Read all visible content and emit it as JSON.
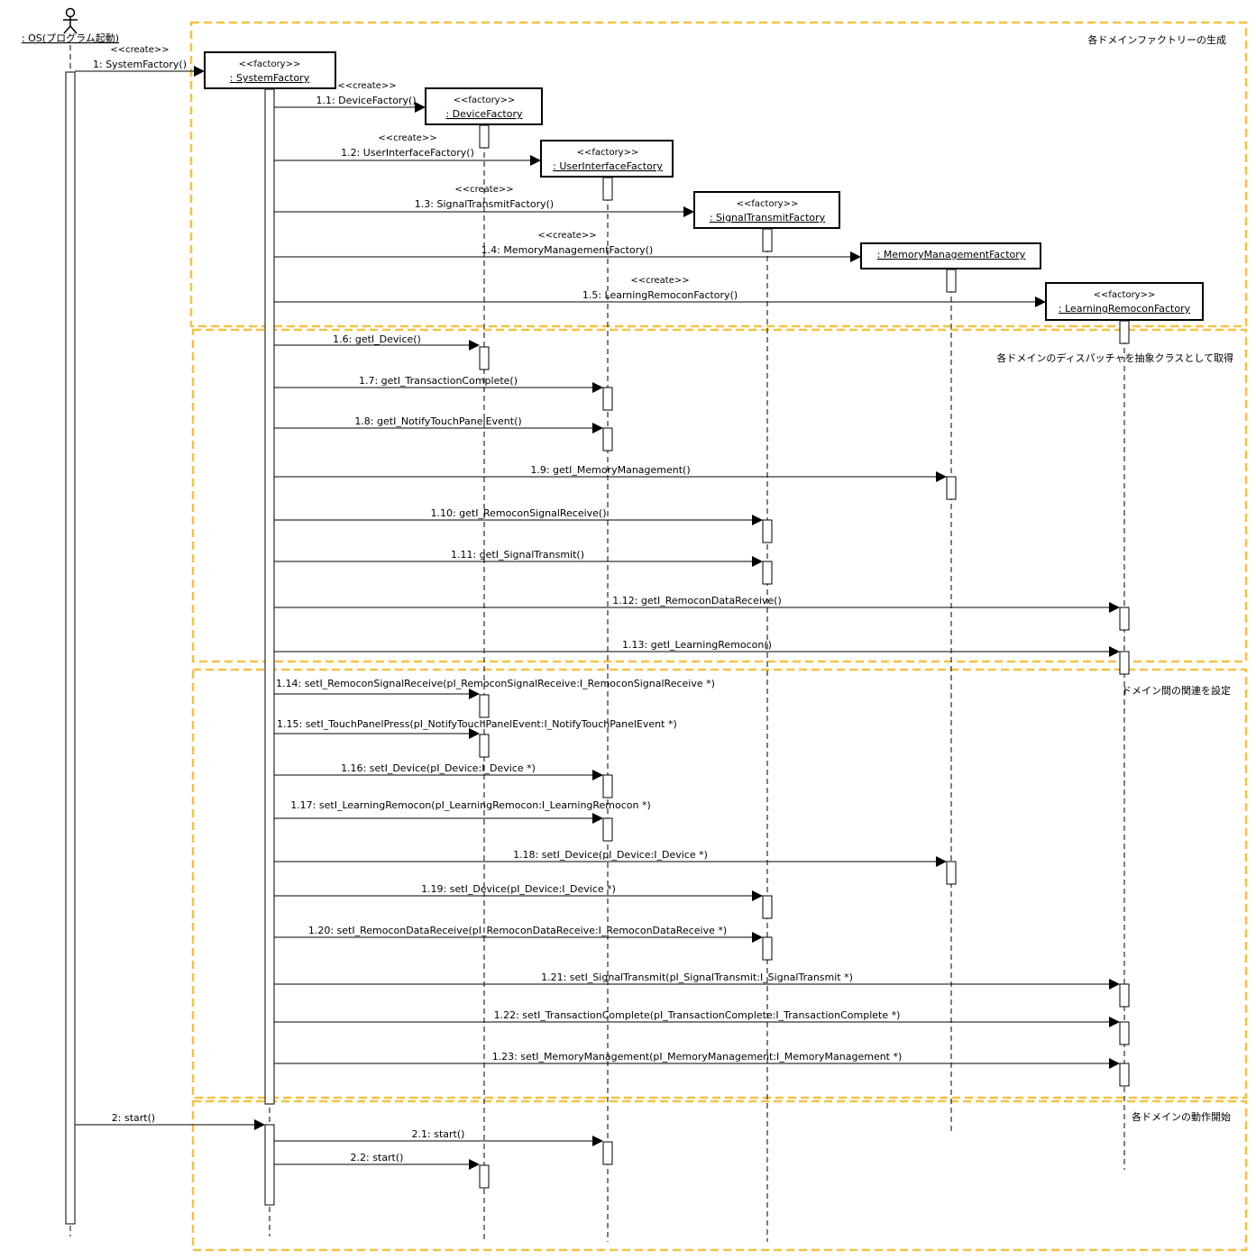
{
  "actor": {
    "name": ": OS(プログラム起動)"
  },
  "objects": [
    {
      "id": "sys",
      "stereotype": "<<factory>>",
      "name": ": SystemFactory"
    },
    {
      "id": "dev",
      "stereotype": "<<factory>>",
      "name": ": DeviceFactory"
    },
    {
      "id": "ui",
      "stereotype": "<<factory>>",
      "name": ": UserInterfaceFactory"
    },
    {
      "id": "sig",
      "stereotype": "<<factory>>",
      "name": ": SignalTransmitFactory"
    },
    {
      "id": "mem",
      "stereotype": "",
      "name": ": MemoryManagementFactory"
    },
    {
      "id": "lrn",
      "stereotype": "<<factory>>",
      "name": ": LearningRemoconFactory"
    }
  ],
  "fragments": [
    {
      "label": "各ドメインファクトリーの生成"
    },
    {
      "label": "各ドメインのディスパッチャを抽象クラスとして取得"
    },
    {
      "label": "ドメイン間の関連を設定"
    },
    {
      "label": "各ドメインの動作開始"
    }
  ],
  "messages": [
    {
      "stereotype": "<<create>>",
      "label": "1: SystemFactory()"
    },
    {
      "stereotype": "<<create>>",
      "label": "1.1: DeviceFactory()"
    },
    {
      "stereotype": "<<create>>",
      "label": "1.2: UserInterfaceFactory()"
    },
    {
      "stereotype": "<<create>>",
      "label": "1.3: SignalTransmitFactory()"
    },
    {
      "stereotype": "<<create>>",
      "label": "1.4: MemoryManagementFactory()"
    },
    {
      "stereotype": "<<create>>",
      "label": "1.5: LearningRemoconFactory()"
    },
    {
      "label": "1.6: getI_Device()"
    },
    {
      "label": "1.7: getI_TransactionComplete()"
    },
    {
      "label": "1.8: getI_NotifyTouchPanelEvent()"
    },
    {
      "label": "1.9: getI_MemoryManagement()"
    },
    {
      "label": "1.10: getI_RemoconSignalReceive()"
    },
    {
      "label": "1.11: getI_SignalTransmit()"
    },
    {
      "label": "1.12: getI_RemoconDataReceive()"
    },
    {
      "label": "1.13: getI_LearningRemocon()"
    },
    {
      "label": "1.14: setI_RemoconSignalReceive(pI_RemoconSignalReceive:I_RemoconSignalReceive *)"
    },
    {
      "label": "1.15: setI_TouchPanelPress(pI_NotifyTouchPanelEvent:I_NotifyTouchPanelEvent *)"
    },
    {
      "label": "1.16: setI_Device(pI_Device:I_Device *)"
    },
    {
      "label": "1.17: setI_LearningRemocon(pI_LearningRemocon:I_LearningRemocon *)"
    },
    {
      "label": "1.18: setI_Device(pI_Device:I_Device *)"
    },
    {
      "label": "1.19: setI_Device(pI_Device:I_Device *)"
    },
    {
      "label": "1.20: setI_RemoconDataReceive(pI_RemoconDataReceive:I_RemoconDataReceive *)"
    },
    {
      "label": "1.21: setI_SignalTransmit(pI_SignalTransmit:I_SignalTransmit *)"
    },
    {
      "label": "1.22: setI_TransactionComplete(pI_TransactionComplete:I_TransactionComplete *)"
    },
    {
      "label": "1.23: setI_MemoryManagement(pI_MemoryManagement:I_MemoryManagement *)"
    },
    {
      "label": "2: start()"
    },
    {
      "label": "2.1: start()"
    },
    {
      "label": "2.2: start()"
    }
  ],
  "colors": {
    "fragment_border": "#F5C242",
    "line": "#000000"
  }
}
